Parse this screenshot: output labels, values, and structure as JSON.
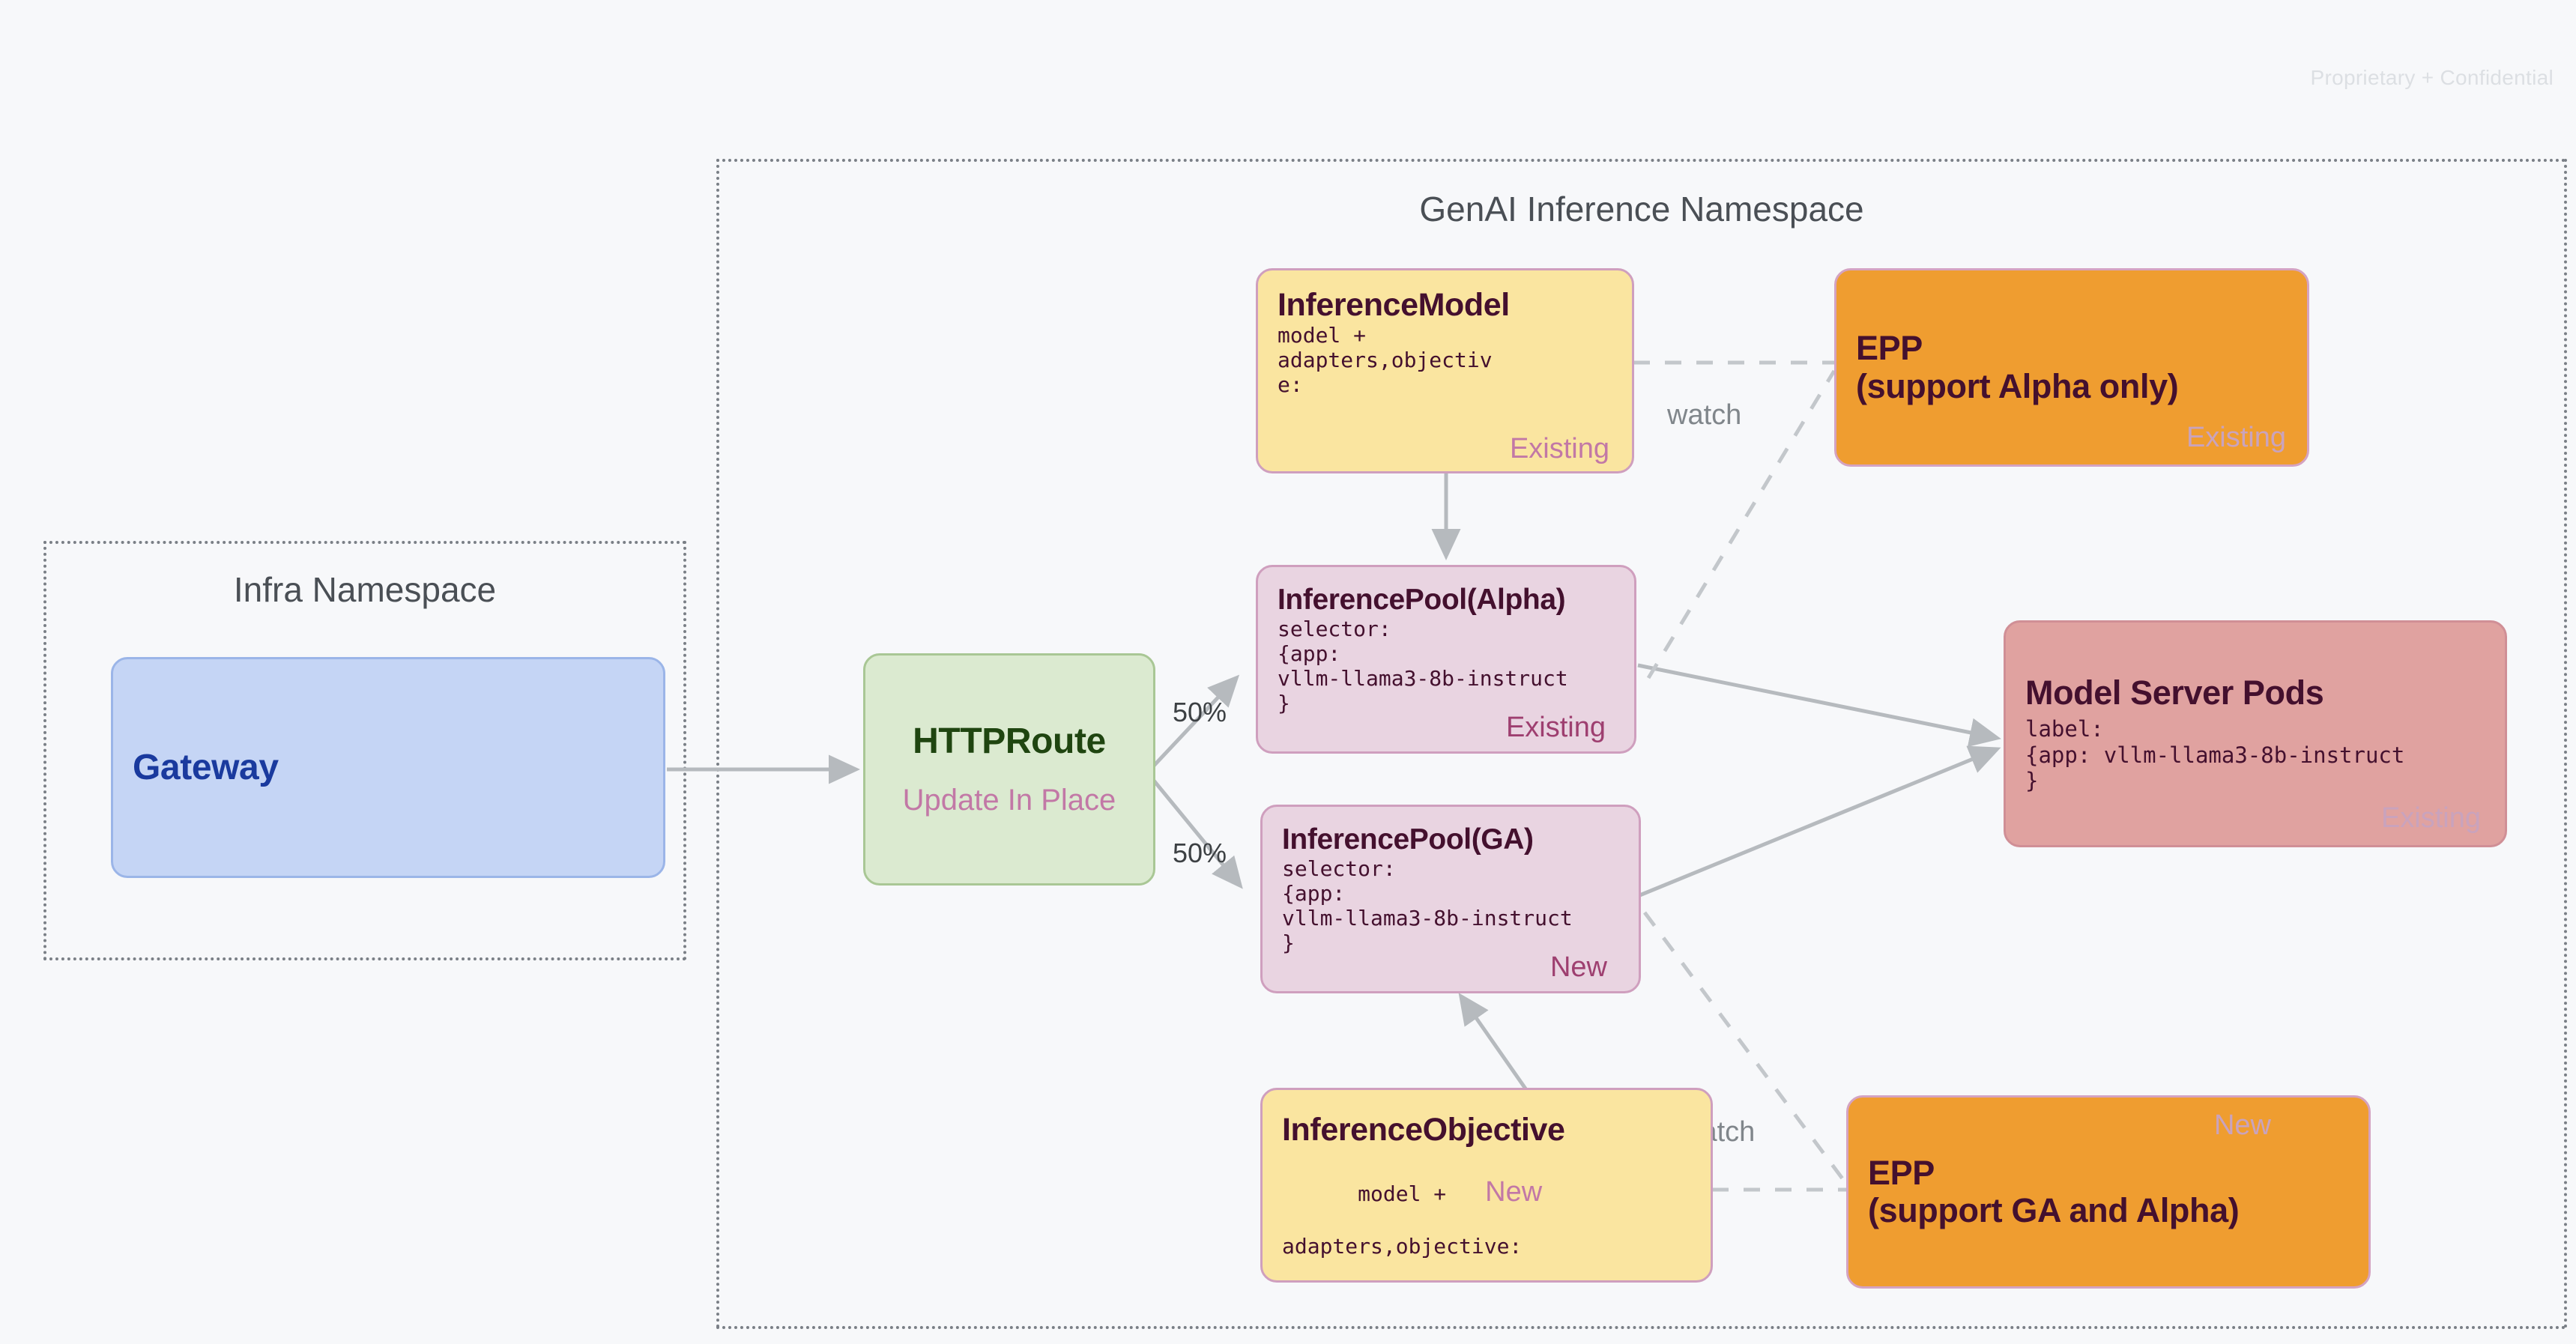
{
  "page": {
    "confidential_notice": "Proprietary + Confidential"
  },
  "namespaces": [
    {
      "id": "infra",
      "title": "Infra Namespace"
    },
    {
      "id": "genai",
      "title": "GenAI Inference Namespace"
    }
  ],
  "nodes": {
    "gateway": {
      "title": "Gateway"
    },
    "httproute": {
      "title": "HTTPRoute",
      "subtitle": "Update In Place"
    },
    "inference_model": {
      "title": "InferenceModel",
      "body": "model +\nadapters,objectiv\ne:",
      "badge": "Existing"
    },
    "epp_alpha": {
      "title_line1": "EPP",
      "title_line2": "(support Alpha only)",
      "badge": "Existing"
    },
    "pool_alpha": {
      "title": "InferencePool(Alpha)",
      "body": "selector:\n{app:\nvllm-llama3-8b-instruct\n}",
      "badge": "Existing"
    },
    "pool_ga": {
      "title": "InferencePool(GA)",
      "body": "selector:\n{app:\nvllm-llama3-8b-instruct\n}",
      "badge": "New"
    },
    "model_server_pods": {
      "title": "Model Server Pods",
      "body": "label:\n{app: vllm-llama3-8b-instruct\n}",
      "badge": "Existing"
    },
    "inference_objective": {
      "title": "InferenceObjective",
      "body_line1": "model +",
      "body_line2": "adapters,objective:",
      "badge": "New"
    },
    "epp_ga": {
      "title_line1": "EPP",
      "title_line2": "(support GA and Alpha)",
      "badge": "New"
    }
  },
  "edges": {
    "split_top_label": "50%",
    "split_bottom_label": "50%",
    "watch_top_label": "watch",
    "watch_bottom_label": "watch"
  },
  "colors": {
    "background": "#f7f8fa",
    "yellow_card": "#fae5a0",
    "pink_card": "#e9d4e1",
    "orange_card": "#ef9d30",
    "red_card": "#e0a2a0",
    "blue_card": "#c5d5f5",
    "green_card": "#dbead0",
    "card_border": "#cf9fbe",
    "badge_existing": "#c9a3bd",
    "badge_new": "#9e3f70",
    "edge_line": "#b0b4b8",
    "namespace_border": "#7a7f86",
    "title_text": "#44102e"
  }
}
